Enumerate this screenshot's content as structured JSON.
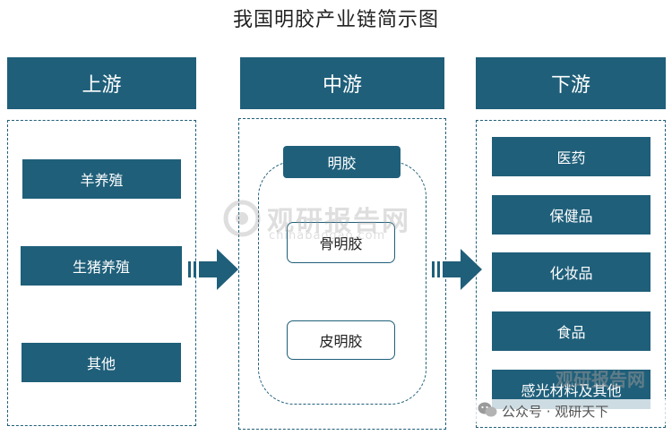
{
  "title": "我国明胶产业链简示图",
  "columns": {
    "upstream": {
      "header": "上游",
      "items": [
        "羊养殖",
        "生猪养殖",
        "其他"
      ]
    },
    "midstream": {
      "header": "中游",
      "group_label": "明胶",
      "items": [
        "骨明胶",
        "皮明胶"
      ]
    },
    "downstream": {
      "header": "下游",
      "items": [
        "医药",
        "保健品",
        "化妆品",
        "食品",
        "感光材料及其他"
      ]
    }
  },
  "watermark": {
    "brand": "观研报告网",
    "url": "chinabaogao.com",
    "corner_brand": "观研报告网",
    "wechat": "公众号 · 观研天下"
  },
  "colors": {
    "primary": "#1f5f7a",
    "background": "#ffffff"
  }
}
